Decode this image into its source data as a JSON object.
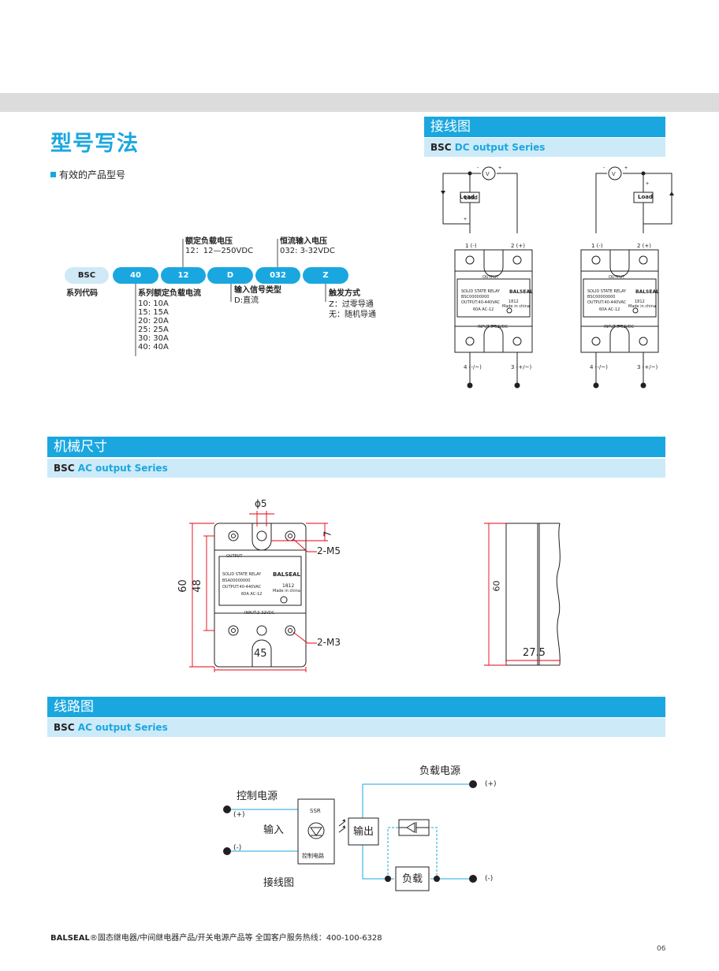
{
  "page_title": "型号写法",
  "subtitle": "有效的产品型号",
  "model_codes": [
    {
      "code": "BSC",
      "style": "grey"
    },
    {
      "code": "40",
      "style": "blue"
    },
    {
      "code": "12",
      "style": "blue"
    },
    {
      "code": "D",
      "style": "blue"
    },
    {
      "code": "032",
      "style": "blue"
    },
    {
      "code": "Z",
      "style": "blue"
    }
  ],
  "labels": {
    "series_code": "系列代码",
    "rated_current_title": "系列额定负载电流",
    "rated_current_items": [
      "10: 10A",
      "15: 15A",
      "20: 20A",
      "25: 25A",
      "30: 30A",
      "40: 40A"
    ],
    "load_voltage_title": "额定负载电压",
    "load_voltage_value": "12：12—250VDC",
    "input_type_title": "输入信号类型",
    "input_type_value": "D:直流",
    "input_voltage_title": "恒流输入电压",
    "input_voltage_value": "032: 3-32VDC",
    "trigger_title": "触发方式",
    "trigger_values": [
      "Z：过零导通",
      "无：随机导通"
    ]
  },
  "wiring_section": {
    "title": "接线图",
    "series_prefix": "BSC ",
    "series_name": "DC output Series"
  },
  "relay_diagram": {
    "load": "Load",
    "pin_out_left": "1 (-)",
    "pin_out_right": "2 (+)",
    "pin_in_left": "4 (-/~)",
    "pin_in_right": "3 (+/~)",
    "output_label": "OUTPUT",
    "input_label": "INPUT:3-32VDC",
    "label_line1": "SOLID STATE RELAY",
    "label_line2": "BSC00000000",
    "label_line3": "OUTPUT:40-440VAC",
    "label_line4": "60A  AC-12",
    "brand": "BALSEAL",
    "date_code": "1812",
    "made_in": "Made in china",
    "label_line2_mech": "BSA00000000"
  },
  "mech_section": {
    "title": "机械尺寸",
    "series_prefix": "BSC ",
    "series_name": "AC output Series",
    "dims": {
      "phi": "ϕ5",
      "d60": "60",
      "d48": "48",
      "d45": "45",
      "d7": "7",
      "m5": "2-M5",
      "m3": "2-M3",
      "side60": "60",
      "side27": "27.5"
    }
  },
  "circuit_section": {
    "title": "线路图",
    "series_prefix": "BSC ",
    "series_name": "AC output Series",
    "ctrl_power": "控制电源",
    "load_power": "负载电源",
    "input": "输入",
    "output": "输出",
    "load": "负载",
    "ssr": "SSR",
    "ctrl_circuit": "控制电路",
    "plus": "(+)",
    "minus": "(-)",
    "caption": "接线图"
  },
  "footer": {
    "brand": "BALSEAL",
    "text": "®固态继电器/中间继电器产品/开关电源产品等   全国客户服务热线：400-100-6328",
    "page": "06"
  },
  "colors": {
    "accent": "#1aa7e0",
    "light_accent": "#cdeaf8",
    "dimension_red": "#e60012",
    "circuit_line": "#1aa7e0"
  }
}
